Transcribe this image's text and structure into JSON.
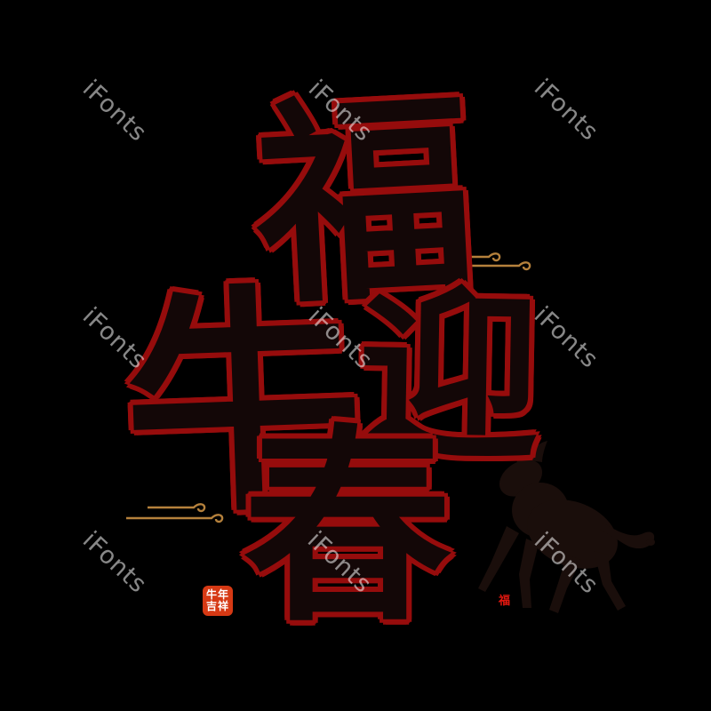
{
  "page": {
    "background_color": "#000000"
  },
  "watermark": {
    "text": "iFonts",
    "color": "#8a8a8a"
  },
  "artwork": {
    "phrase": "福牛迎春",
    "characters": [
      {
        "glyph": "福"
      },
      {
        "glyph": "牛"
      },
      {
        "glyph": "迎"
      },
      {
        "glyph": "春"
      }
    ],
    "ink_color": "#130707",
    "outline_color": "#960c0c"
  },
  "seal": {
    "line1": "牛年",
    "line2": "吉祥",
    "background_color": "#d63914",
    "text_color": "#ffffff"
  },
  "mini_stamp": {
    "glyph": "福",
    "color": "#e3170f"
  },
  "decor": {
    "cloud_color": "#b5813c",
    "ox_color": "#1a0e0b"
  }
}
